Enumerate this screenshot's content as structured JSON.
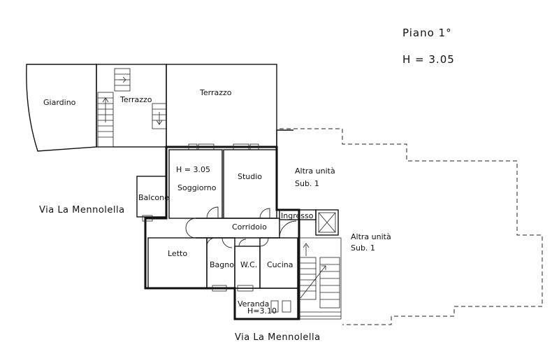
{
  "header": {
    "floor": "Piano 1°",
    "height": "H  =  3.05"
  },
  "streets": {
    "west": "Via La Mennolella",
    "south": "Via La Mennolella"
  },
  "rooms": {
    "giardino": "Giardino",
    "terrazzo_small": "Terrazzo",
    "terrazzo_large": "Terrazzo",
    "room_height": "H = 3.05",
    "soggiorno": "Soggiorno",
    "studio": "Studio",
    "balcone": "Balcone",
    "corridoio": "Corridoio",
    "ingresso": "Ingresso",
    "letto": "Letto",
    "bagno": "Bagno",
    "wc": "W.C.",
    "cucina": "Cucina",
    "veranda": "Veranda",
    "veranda_height": "H=3.10"
  },
  "other_units": {
    "unit_a_line1": "Altra unità",
    "unit_a_line2": "Sub. 1",
    "unit_b_line1": "Altra unità",
    "unit_b_line2": "Sub. 1"
  }
}
